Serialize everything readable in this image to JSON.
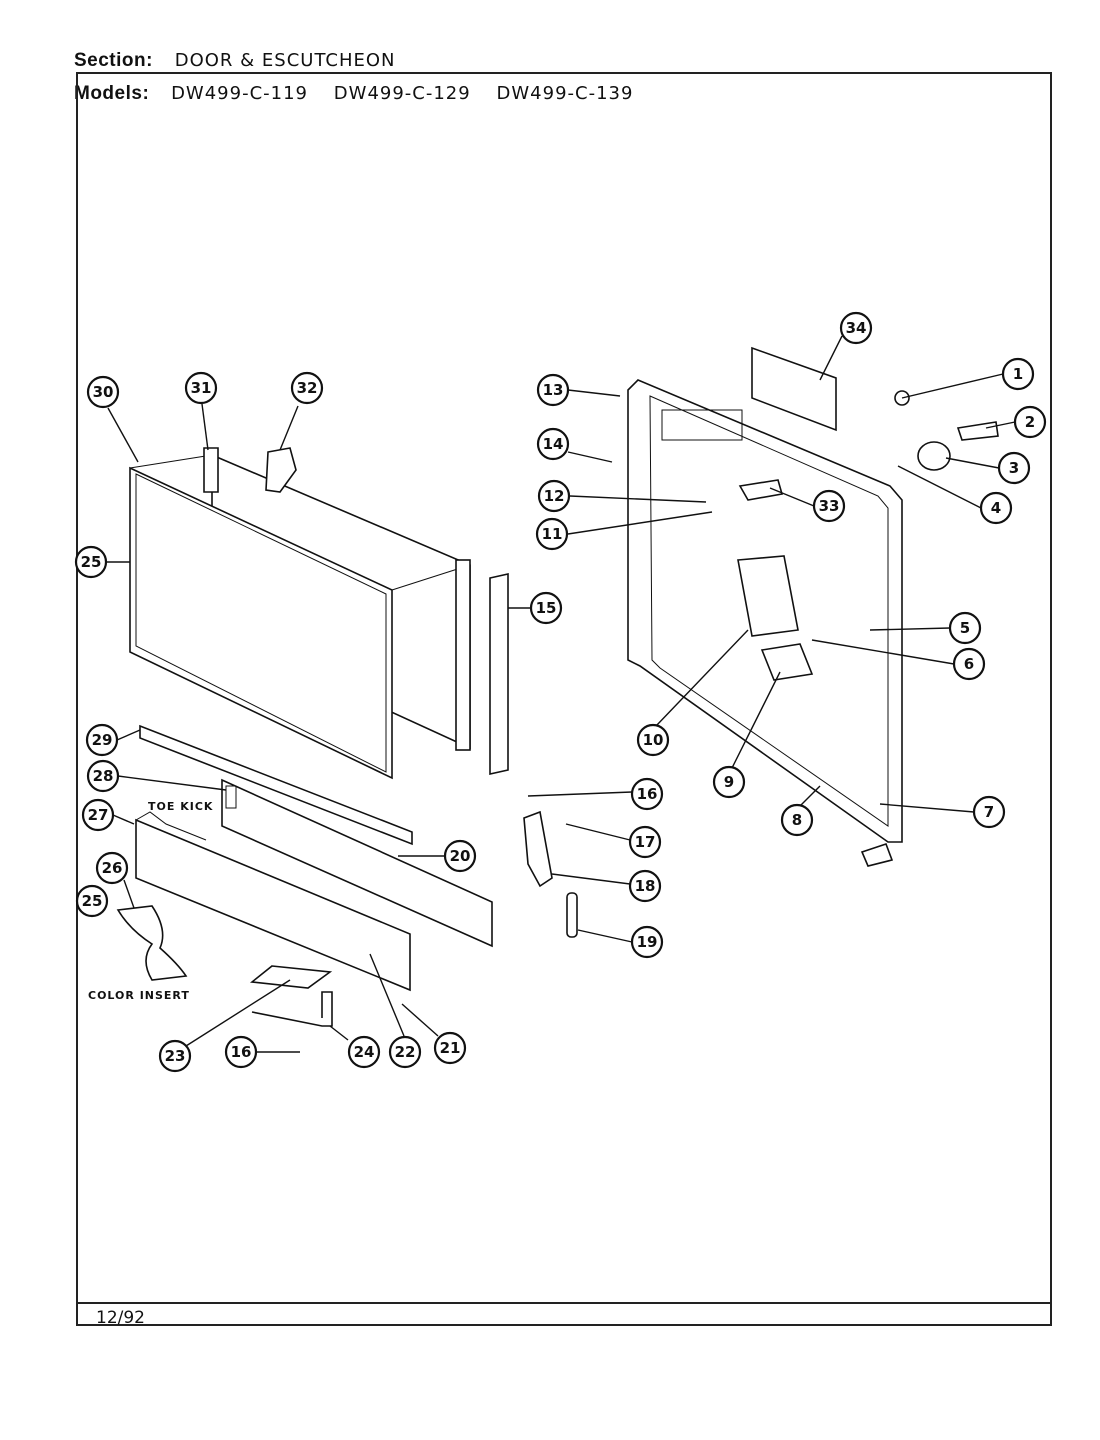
{
  "header": {
    "section_label": "Section:",
    "section_value": "DOOR & ESCUTCHEON",
    "models_label": "Models:",
    "models": [
      "DW499-C-119",
      "DW499-C-129",
      "DW499-C-139"
    ]
  },
  "footer": {
    "date_code": "12/92"
  },
  "diagram_labels": {
    "toe_kick": "TOE KICK",
    "color_insert": "COLOR INSERT"
  },
  "callouts": [
    "1",
    "2",
    "3",
    "4",
    "5",
    "6",
    "7",
    "8",
    "9",
    "10",
    "11",
    "12",
    "13",
    "14",
    "15",
    "16",
    "17",
    "18",
    "19",
    "20",
    "21",
    "22",
    "23",
    "24",
    "25",
    "26",
    "27",
    "28",
    "29",
    "30",
    "31",
    "32",
    "33",
    "34"
  ],
  "extra_callouts": [
    "25",
    "16"
  ]
}
